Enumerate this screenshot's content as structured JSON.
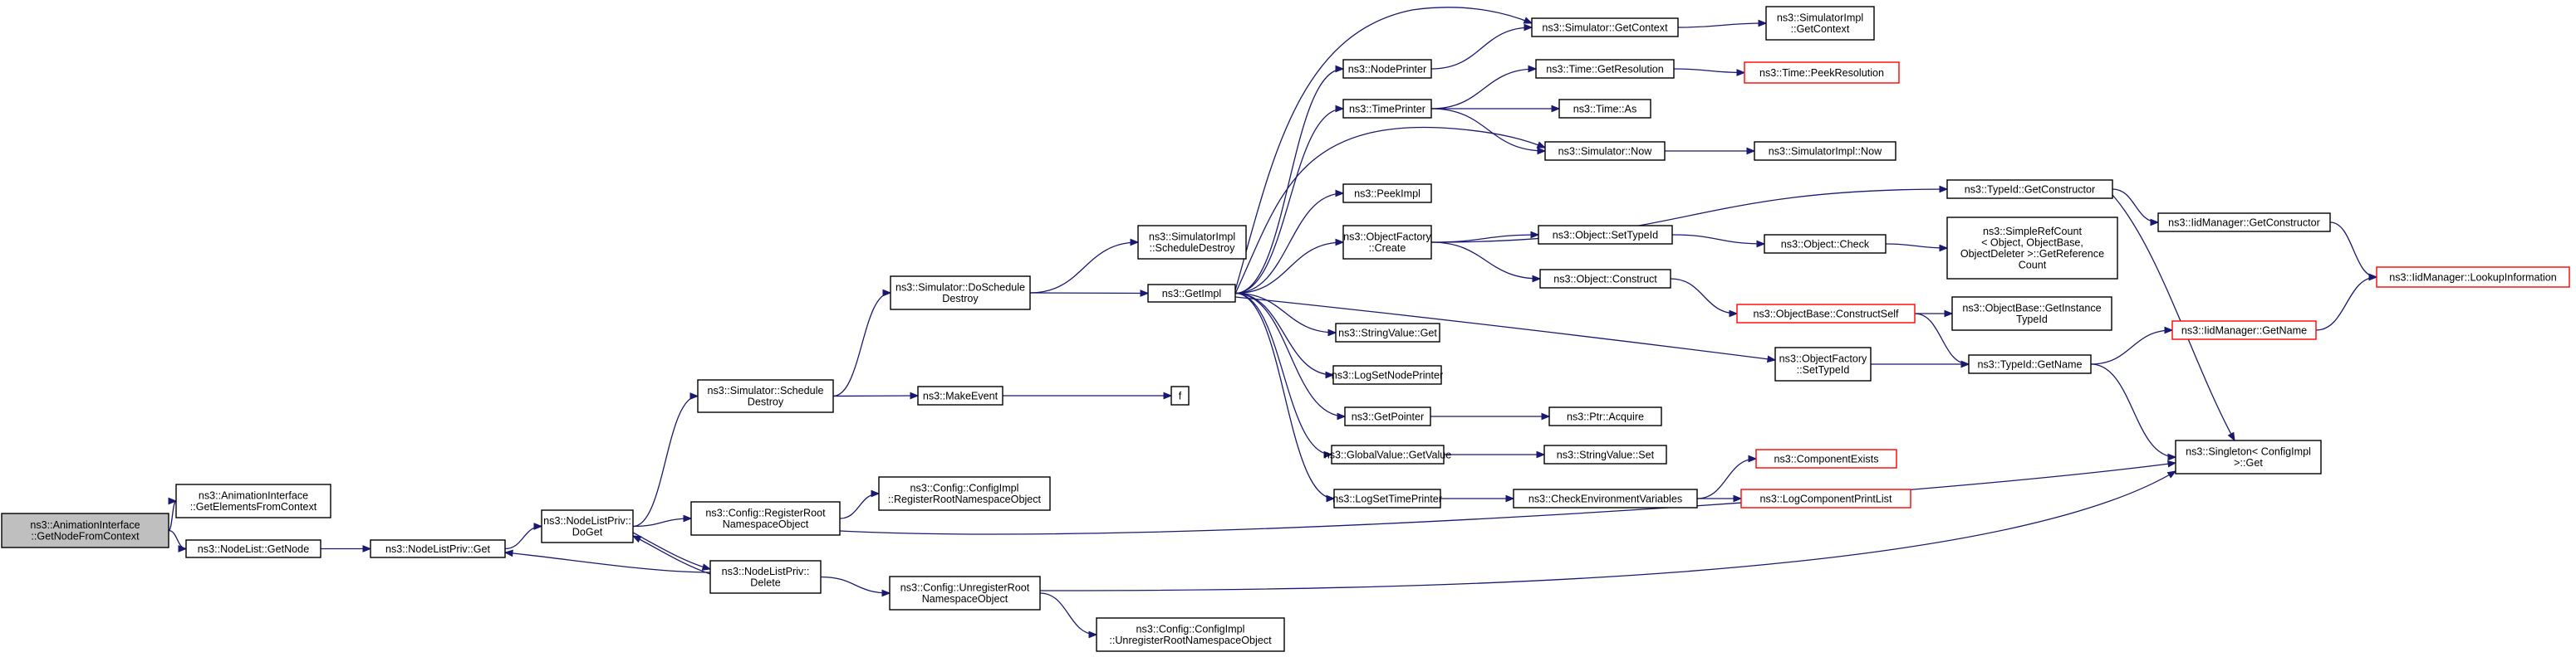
{
  "colors": {
    "edge": "#191970",
    "box_border": "#000000",
    "truncated_border": "#ff0000",
    "root_fill": "#bfbfbf",
    "box_fill": "#ffffff"
  },
  "nodes": [
    {
      "id": "root",
      "lines": [
        "ns3::AnimationInterface",
        "::GetNodeFromContext"
      ],
      "style": "root"
    },
    {
      "id": "anim_get_elements",
      "lines": [
        "ns3::AnimationInterface",
        "::GetElementsFromContext"
      ],
      "style": "normal"
    },
    {
      "id": "nodelist_getnode",
      "lines": [
        "ns3::NodeList::GetNode"
      ],
      "style": "normal"
    },
    {
      "id": "nodelistpriv_get",
      "lines": [
        "ns3::NodeListPriv::Get"
      ],
      "style": "normal"
    },
    {
      "id": "nodelistpriv_doget",
      "lines": [
        "ns3::NodeListPriv::",
        "DoGet"
      ],
      "style": "normal"
    },
    {
      "id": "nodelistpriv_delete",
      "lines": [
        "ns3::NodeListPriv::",
        "Delete"
      ],
      "style": "normal"
    },
    {
      "id": "sim_schedule_destroy",
      "lines": [
        "ns3::Simulator::Schedule",
        "Destroy"
      ],
      "style": "normal"
    },
    {
      "id": "cfg_register_root",
      "lines": [
        "ns3::Config::RegisterRoot",
        "NamespaceObject"
      ],
      "style": "normal"
    },
    {
      "id": "cfgimpl_register_root",
      "lines": [
        "ns3::Config::ConfigImpl",
        "::RegisterRootNamespaceObject"
      ],
      "style": "normal"
    },
    {
      "id": "cfg_unregister_root",
      "lines": [
        "ns3::Config::UnregisterRoot",
        "NamespaceObject"
      ],
      "style": "normal"
    },
    {
      "id": "cfgimpl_unregister_root",
      "lines": [
        "ns3::Config::ConfigImpl",
        "::UnregisterRootNamespaceObject"
      ],
      "style": "normal"
    },
    {
      "id": "sim_doschedule_destroy",
      "lines": [
        "ns3::Simulator::DoSchedule",
        "Destroy"
      ],
      "style": "normal"
    },
    {
      "id": "make_event",
      "lines": [
        "ns3::MakeEvent"
      ],
      "style": "normal"
    },
    {
      "id": "f",
      "lines": [
        "f"
      ],
      "style": "normal"
    },
    {
      "id": "simimpl_schedule_destroy",
      "lines": [
        "ns3::SimulatorImpl",
        "::ScheduleDestroy"
      ],
      "style": "normal"
    },
    {
      "id": "getimpl",
      "lines": [
        "ns3::GetImpl"
      ],
      "style": "normal"
    },
    {
      "id": "nodeprinter",
      "lines": [
        "ns3::NodePrinter"
      ],
      "style": "normal"
    },
    {
      "id": "timeprinter",
      "lines": [
        "ns3::TimePrinter"
      ],
      "style": "normal"
    },
    {
      "id": "peekimpl",
      "lines": [
        "ns3::PeekImpl"
      ],
      "style": "normal"
    },
    {
      "id": "objfactory_create",
      "lines": [
        "ns3::ObjectFactory",
        "::Create"
      ],
      "style": "normal"
    },
    {
      "id": "stringvalue_get",
      "lines": [
        "ns3::StringValue::Get"
      ],
      "style": "normal"
    },
    {
      "id": "logsetnodeprinter",
      "lines": [
        "ns3::LogSetNodePrinter"
      ],
      "style": "normal"
    },
    {
      "id": "getpointer",
      "lines": [
        "ns3::GetPointer"
      ],
      "style": "normal"
    },
    {
      "id": "globalvalue_getvalue",
      "lines": [
        "ns3::GlobalValue::GetValue"
      ],
      "style": "normal"
    },
    {
      "id": "logsettimeprinter",
      "lines": [
        "ns3::LogSetTimePrinter"
      ],
      "style": "normal"
    },
    {
      "id": "sim_getcontext",
      "lines": [
        "ns3::Simulator::GetContext"
      ],
      "style": "normal"
    },
    {
      "id": "time_getresolution",
      "lines": [
        "ns3::Time::GetResolution"
      ],
      "style": "normal"
    },
    {
      "id": "time_as",
      "lines": [
        "ns3::Time::As"
      ],
      "style": "normal"
    },
    {
      "id": "sim_now",
      "lines": [
        "ns3::Simulator::Now"
      ],
      "style": "normal"
    },
    {
      "id": "object_settypeid",
      "lines": [
        "ns3::Object::SetTypeId"
      ],
      "style": "normal"
    },
    {
      "id": "object_construct",
      "lines": [
        "ns3::Object::Construct"
      ],
      "style": "normal"
    },
    {
      "id": "ptr_acquire",
      "lines": [
        "ns3::Ptr::Acquire"
      ],
      "style": "normal"
    },
    {
      "id": "stringvalue_set",
      "lines": [
        "ns3::StringValue::Set"
      ],
      "style": "normal"
    },
    {
      "id": "check_env_vars",
      "lines": [
        "ns3::CheckEnvironmentVariables"
      ],
      "style": "normal"
    },
    {
      "id": "simimpl_getcontext",
      "lines": [
        "ns3::SimulatorImpl",
        "::GetContext"
      ],
      "style": "normal"
    },
    {
      "id": "time_peekresolution",
      "lines": [
        "ns3::Time::PeekResolution"
      ],
      "style": "truncated"
    },
    {
      "id": "simimpl_now",
      "lines": [
        "ns3::SimulatorImpl::Now"
      ],
      "style": "normal"
    },
    {
      "id": "object_check",
      "lines": [
        "ns3::Object::Check"
      ],
      "style": "normal"
    },
    {
      "id": "objectbase_constructself",
      "lines": [
        "ns3::ObjectBase::ConstructSelf"
      ],
      "style": "truncated"
    },
    {
      "id": "objfactory_settypeid",
      "lines": [
        "ns3::ObjectFactory",
        "::SetTypeId"
      ],
      "style": "normal"
    },
    {
      "id": "component_exists",
      "lines": [
        "ns3::ComponentExists"
      ],
      "style": "truncated"
    },
    {
      "id": "logcomponent_printlist",
      "lines": [
        "ns3::LogComponentPrintList"
      ],
      "style": "truncated"
    },
    {
      "id": "typeid_getconstructor",
      "lines": [
        "ns3::TypeId::GetConstructor"
      ],
      "style": "normal"
    },
    {
      "id": "simplerefcount_getrefcount",
      "lines": [
        "ns3::SimpleRefCount",
        "< Object, ObjectBase,",
        "ObjectDeleter >::GetReference",
        "Count"
      ],
      "style": "normal"
    },
    {
      "id": "objectbase_getinstancetypeid",
      "lines": [
        "ns3::ObjectBase::GetInstance",
        "TypeId"
      ],
      "style": "normal"
    },
    {
      "id": "typeid_getname",
      "lines": [
        "ns3::TypeId::GetName"
      ],
      "style": "normal"
    },
    {
      "id": "iidmanager_getconstructor",
      "lines": [
        "ns3::IidManager::GetConstructor"
      ],
      "style": "normal"
    },
    {
      "id": "iidmanager_getname",
      "lines": [
        "ns3::IidManager::GetName"
      ],
      "style": "truncated"
    },
    {
      "id": "singleton_get",
      "lines": [
        "ns3::Singleton< ConfigImpl",
        " >::Get"
      ],
      "style": "normal"
    },
    {
      "id": "iidmanager_lookupinfo",
      "lines": [
        "ns3::IidManager::LookupInformation"
      ],
      "style": "truncated"
    }
  ],
  "edges": [
    [
      "root",
      "anim_get_elements"
    ],
    [
      "root",
      "nodelist_getnode"
    ],
    [
      "nodelist_getnode",
      "nodelistpriv_get"
    ],
    [
      "nodelistpriv_get",
      "nodelistpriv_doget"
    ],
    [
      "nodelistpriv_doget",
      "sim_schedule_destroy"
    ],
    [
      "nodelistpriv_doget",
      "cfg_register_root"
    ],
    [
      "nodelistpriv_doget",
      "nodelistpriv_delete"
    ],
    [
      "nodelistpriv_delete",
      "nodelistpriv_doget"
    ],
    [
      "nodelistpriv_delete",
      "nodelistpriv_get"
    ],
    [
      "nodelistpriv_delete",
      "cfg_unregister_root"
    ],
    [
      "sim_schedule_destroy",
      "sim_doschedule_destroy"
    ],
    [
      "sim_schedule_destroy",
      "make_event"
    ],
    [
      "cfg_register_root",
      "cfgimpl_register_root"
    ],
    [
      "cfg_register_root",
      "singleton_get"
    ],
    [
      "cfg_unregister_root",
      "cfgimpl_unregister_root"
    ],
    [
      "cfg_unregister_root",
      "singleton_get"
    ],
    [
      "sim_doschedule_destroy",
      "simimpl_schedule_destroy"
    ],
    [
      "sim_doschedule_destroy",
      "getimpl"
    ],
    [
      "make_event",
      "f"
    ],
    [
      "getimpl",
      "sim_getcontext"
    ],
    [
      "getimpl",
      "nodeprinter"
    ],
    [
      "getimpl",
      "timeprinter"
    ],
    [
      "getimpl",
      "sim_now"
    ],
    [
      "getimpl",
      "peekimpl"
    ],
    [
      "getimpl",
      "objfactory_create"
    ],
    [
      "getimpl",
      "stringvalue_get"
    ],
    [
      "getimpl",
      "logsetnodeprinter"
    ],
    [
      "getimpl",
      "getpointer"
    ],
    [
      "getimpl",
      "globalvalue_getvalue"
    ],
    [
      "getimpl",
      "logsettimeprinter"
    ],
    [
      "getimpl",
      "objfactory_settypeid"
    ],
    [
      "nodeprinter",
      "sim_getcontext"
    ],
    [
      "timeprinter",
      "time_getresolution"
    ],
    [
      "timeprinter",
      "time_as"
    ],
    [
      "timeprinter",
      "sim_now"
    ],
    [
      "sim_getcontext",
      "simimpl_getcontext"
    ],
    [
      "time_getresolution",
      "time_peekresolution"
    ],
    [
      "sim_now",
      "simimpl_now"
    ],
    [
      "objfactory_create",
      "typeid_getconstructor"
    ],
    [
      "objfactory_create",
      "object_settypeid"
    ],
    [
      "objfactory_create",
      "object_construct"
    ],
    [
      "object_settypeid",
      "object_check"
    ],
    [
      "object_check",
      "simplerefcount_getrefcount"
    ],
    [
      "object_construct",
      "objectbase_constructself"
    ],
    [
      "objectbase_constructself",
      "objectbase_getinstancetypeid"
    ],
    [
      "objectbase_constructself",
      "typeid_getname"
    ],
    [
      "getpointer",
      "ptr_acquire"
    ],
    [
      "globalvalue_getvalue",
      "stringvalue_set"
    ],
    [
      "logsettimeprinter",
      "check_env_vars"
    ],
    [
      "check_env_vars",
      "component_exists"
    ],
    [
      "check_env_vars",
      "logcomponent_printlist"
    ],
    [
      "objfactory_settypeid",
      "typeid_getname"
    ],
    [
      "typeid_getconstructor",
      "iidmanager_getconstructor"
    ],
    [
      "typeid_getconstructor",
      "singleton_get"
    ],
    [
      "typeid_getname",
      "iidmanager_getname"
    ],
    [
      "typeid_getname",
      "singleton_get"
    ],
    [
      "iidmanager_getconstructor",
      "iidmanager_lookupinfo"
    ],
    [
      "iidmanager_getname",
      "iidmanager_lookupinfo"
    ]
  ]
}
